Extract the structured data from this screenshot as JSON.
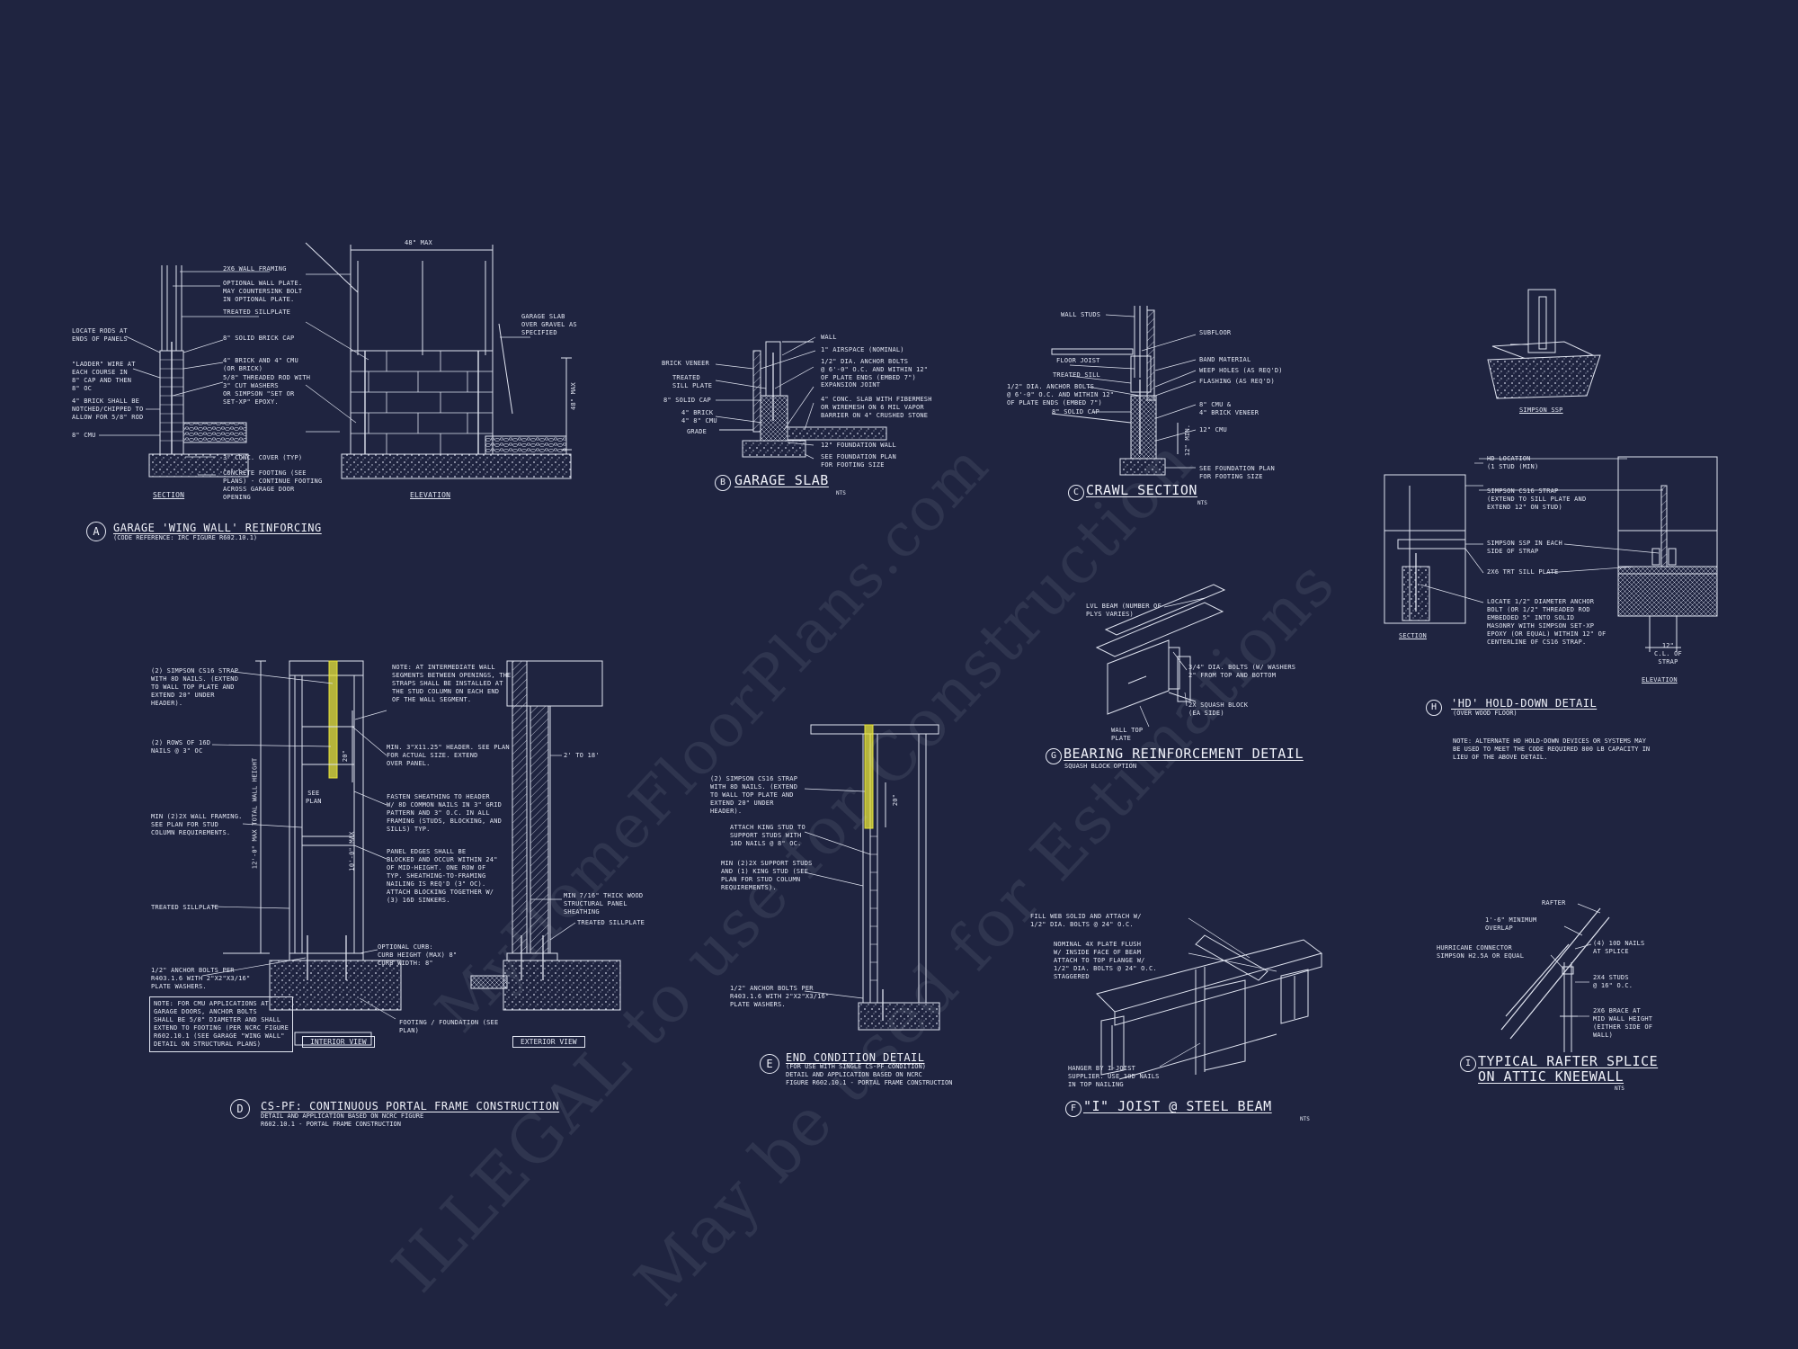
{
  "watermark": {
    "line1": "ILLEGAL to use for Construction",
    "line2": "MyHomeFloorPlans.com",
    "line3": "May be used for Estimations"
  },
  "details": {
    "A": {
      "letter": "A",
      "title": "GARAGE 'WING WALL' REINFORCING",
      "subtitle": "(CODE REFERENCE: IRC FIGURE R602.10.1)",
      "dim_top": "48\" MAX",
      "dim_side": "48\" MAX",
      "view_section": "SECTION",
      "view_elevation": "ELEVATION",
      "notes": [
        "2x6 WALL FRAMING",
        "OPTIONAL WALL PLATE.\nMAY COUNTERSINK BOLT\nIN OPTIONAL PLATE.",
        "TREATED SILLPLATE",
        "8\" SOLID BRICK CAP",
        "4\" BRICK AND 4\" CMU\n(OR BRICK)",
        "5/8\" THREADED ROD WITH\n3\" CUT WASHERS\nOR SIMPSON \"SET OR\nSET-XP\" EPOXY.",
        "3\" CONC. COVER (TYP)",
        "CONCRETE FOOTING (SEE\nPLANS) - CONTINUE FOOTING\nACROSS GARAGE DOOR\nOPENING",
        "LOCATE RODS AT\nENDS OF PANELS",
        "\"LADDER\" WIRE AT\nEACH COURSE IN\n8\" CAP AND THEN\n8\" OC",
        "4\" BRICK SHALL BE\nNOTCHED/CHIPPED TO\nALLOW FOR 5/8\" ROD",
        "8\" CMU",
        "GARAGE SLAB\nOVER GRAVEL AS\nSPECIFIED"
      ]
    },
    "B": {
      "letter": "B",
      "title": "GARAGE SLAB",
      "nts": "NTS",
      "notes": [
        "WALL",
        "1\" AIRSPACE (NOMINAL)",
        "1/2\" DIA. ANCHOR BOLTS\n@ 6'-0\" O.C. AND WITHIN 12\"\nOF PLATE ENDS (EMBED 7\")",
        "EXPANSION JOINT",
        "4\" CONC. SLAB WITH FIBERMESH\nOR WIREMESH ON 6 MIL VAPOR\nBARRIER ON 4\" CRUSHED STONE",
        "12\" FOUNDATION WALL",
        "SEE FOUNDATION PLAN\nFOR FOOTING SIZE",
        "BRICK VENEER",
        "TREATED\nSILL PLATE",
        "8\" SOLID CAP",
        "4\" BRICK\n4\" 8\" CMU",
        "GRADE"
      ]
    },
    "C": {
      "letter": "C",
      "title": "CRAWL SECTION",
      "nts": "NTS",
      "notes": [
        "WALL STUDS",
        "SUBFLOOR",
        "FLOOR JOIST",
        "TREATED SILL",
        "1/2\" DIA. ANCHOR BOLTS\n@ 6'-0\" O.C. AND WITHIN 12\"\nOF PLATE ENDS (EMBED 7\")",
        "8\" SOLID CAP",
        "BAND MATERIAL",
        "WEEP HOLES (AS REQ'D)",
        "FLASHING (AS REQ'D)",
        "8\" CMU &\n4\" BRICK VENEER",
        "12\" CMU",
        "SEE FOUNDATION PLAN\nFOR FOOTING SIZE",
        "12\" MIN."
      ]
    },
    "D": {
      "letter": "D",
      "title": "CS-PF: CONTINUOUS PORTAL FRAME CONSTRUCTION",
      "subtitle": "DETAIL AND APPLICATION BASED ON NCRC FIGURE\nR602.10.1 - PORTAL FRAME CONSTRUCTION",
      "interior_view": "INTERIOR VIEW",
      "exterior_view": "EXTERIOR VIEW",
      "notes": [
        "(2) SIMPSON CS16 STRAP\nWITH 8d NAILS. (EXTEND\nTO WALL TOP PLATE AND\nEXTEND 20\" UNDER\nHEADER).",
        "(2) ROWS OF 16d\nNAILS @ 3\" OC",
        "MIN (2)2X WALL FRAMING.\nSEE PLAN FOR STUD\nCOLUMN REQUIREMENTS.",
        "TREATED SILLPLATE",
        "1/2\" ANCHOR BOLTS PER\nR403.1.6 WITH 2\"x2\"x3/16\"\nPLATE WASHERS.",
        "NOTE: AT INTERMEDIATE WALL\nSEGMENTS BETWEEN OPENINGS, THE\nSTRAPS SHALL BE INSTALLED AT\nTHE STUD COLUMN ON EACH END\nOF THE WALL SEGMENT.",
        "MIN. 3\"x11.25\" HEADER. SEE PLAN\nFOR ACTUAL SIZE. EXTEND\nOVER PANEL.",
        "FASTEN SHEATHING TO HEADER\nW/ 8d COMMON NAILS IN 3\" GRID\nPATTERN AND 3\" O.C. IN ALL\nFRAMING (STUDS, BLOCKING, AND\nSILLS) TYP.",
        "PANEL EDGES SHALL BE\nBLOCKED AND OCCUR WITHIN 24\"\nOF MID-HEIGHT. ONE ROW OF\nTYP. SHEATHING-TO-FRAMING\nNAILING IS REQ'D (3\" OC).\nATTACH BLOCKING TOGETHER W/\n(3) 16d SINKERS.",
        "OPTIONAL CURB:\nCURB HEIGHT (MAX) 8\"\nCURB WIDTH: 8\"",
        "FOOTING / FOUNDATION (SEE\nPLAN)",
        "MIN 7/16\" THICK WOOD\nSTRUCTURAL PANEL\nSHEATHING",
        "TREATED SILLPLATE",
        "2' TO 18'",
        "SEE\nPLAN",
        "20\"",
        "12'-0\" MAX TOTAL WALL HEIGHT",
        "10'-0\" MAX",
        "NOTE: FOR CMU APPLICATIONS AT\nGARAGE DOORS, ANCHOR BOLTS\nSHALL BE 5/8\" DIAMETER AND SHALL\nEXTEND TO FOOTING (PER NCRC FIGURE\nR602.10.1 (SEE GARAGE \"WING WALL\"\nDETAIL ON STRUCTURAL PLANS)"
      ]
    },
    "E": {
      "letter": "E",
      "title": "END CONDITION DETAIL",
      "subtitle": "(FOR USE WITH SINGLE CS-PF CONDITION)\nDETAIL AND APPLICATION BASED ON NCRC\nFIGURE R602.10.1 - PORTAL FRAME CONSTRUCTION",
      "notes": [
        "(2) SIMPSON CS16 STRAP\nWITH 8d NAILS. (EXTEND\nTO WALL TOP PLATE AND\nEXTEND 20\" UNDER\nHEADER).",
        "ATTACH KING STUD TO\nSUPPORT STUDS WITH\n16d NAILS @ 8\" OC.",
        "MIN (2)2X SUPPORT STUDS\nAND (1) KING STUD (SEE\nPLAN FOR STUD COLUMN\nREQUIREMENTS).",
        "1/2\" ANCHOR BOLTS PER\nR403.1.6 WITH 2\"x2\"x3/16\"\nPLATE WASHERS.",
        "20\""
      ]
    },
    "F": {
      "letter": "F",
      "title": "\"I\" JOIST @ STEEL BEAM",
      "nts": "NTS",
      "notes": [
        "FILL WEB SOLID AND ATTACH W/\n1/2\" DIA. BOLTS @ 24\" O.C.",
        "NOMINAL 4x PLATE FLUSH\nW/ INSIDE FACE OF BEAM\nATTACH TO TOP FLANGE W/\n1/2\" DIA. BOLTS @ 24\" O.C.\nSTAGGERED",
        "HANGER BY I-JOIST\nSUPPLIER. USE 10d NAILS\nIN TOP NAILING"
      ]
    },
    "G": {
      "letter": "G",
      "title": "BEARING REINFORCEMENT DETAIL",
      "subtitle": "SQUASH BLOCK OPTION",
      "notes": [
        "LVL BEAM (NUMBER OF\nPLYS VARIES)",
        "3/4\" DIA. BOLTS (W/ WASHERS\n2\" FROM TOP AND BOTTOM",
        "2x SQUASH BLOCK\n(EA SIDE)",
        "WALL TOP\nPLATE"
      ]
    },
    "H": {
      "letter": "H",
      "title": "'HD' HOLD-DOWN DETAIL",
      "subtitle": "(OVER WOOD FLOOR)",
      "top_caption": "SIMPSON SSP",
      "section": "SECTION",
      "elevation": "ELEVATION",
      "note": "NOTE: ALTERNATE HD HOLD-DOWN DEVICES OR SYSTEMS MAY\nBE USED TO MEET THE CODE REQUIRED 800 LB CAPACITY IN\nLIEU OF THE ABOVE DETAIL.",
      "notes": [
        "HD LOCATION\n(1 STUD (MIN)",
        "SIMPSON CS16 STRAP\n(EXTEND TO SILL PLATE AND\nEXTEND 12\" ON STUD)",
        "SIMPSON SSP IN EACH\nSIDE OF STRAP",
        "2x6 TRT SILL PLATE",
        "LOCATE 1/2\" DIAMETER ANCHOR\nBOLT (OR 1/2\" THREADED ROD\nEMBEDDED 5\" INTO SOLID\nMASONRY WITH SIMPSON SET-XP\nEPOXY (OR EQUAL) WITHIN 12\" OF\nCENTERLINE OF CS16 STRAP.",
        "12\"\nC.L. OF\nSTRAP"
      ]
    },
    "I": {
      "letter": "I",
      "title": "TYPICAL RAFTER SPLICE",
      "title2": "ON ATTIC KNEEWALL",
      "nts": "NTS",
      "notes": [
        "RAFTER",
        "1'-6\" MINIMUM\nOVERLAP",
        "HURRICANE CONNECTOR\nSIMPSON H2.5A OR EQUAL",
        "(4) 10d NAILS\nAT SPLICE",
        "2x4 STUDS\n@ 16\" O.C.",
        "2x6 BRACE AT\nMID WALL HEIGHT\n(EITHER SIDE OF\nWALL)"
      ]
    }
  }
}
